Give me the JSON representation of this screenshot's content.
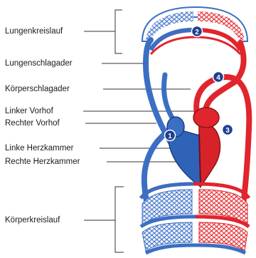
{
  "labels": {
    "lungenkreislauf": "Lungenkreislauf",
    "lungenschlagader": "Lungenschlagader",
    "koerperschlagader": "Körperschlagader",
    "linker_vorhof": "Linker Vorhof",
    "rechter_vorhof": "Rechter Vorhof",
    "linke_herzkammer": "Linke Herzkammer",
    "rechte_herzkammer": "Rechte Herzkammer",
    "koerperkreislauf": "Körperkreislauf"
  },
  "markers": [
    "1",
    "2",
    "3",
    "4"
  ],
  "colors": {
    "venous_blue": "#3b6fc4",
    "arterial_red": "#e0252c",
    "marker_fill": "#1f3f8f",
    "leader_line": "#333333"
  }
}
